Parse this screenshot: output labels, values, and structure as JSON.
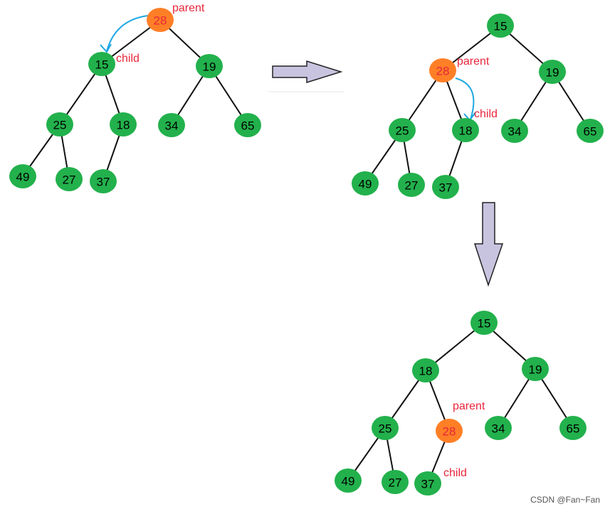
{
  "colors": {
    "node": "#22b14c",
    "highlight": "#ff7f27",
    "node_text": "#000000",
    "highlight_text": "#e8263a",
    "annotation": "#e8263a",
    "swap_arrow": "#1ea7e1",
    "block_arrow_fill": "#c8c4e0",
    "block_arrow_stroke": "#222222"
  },
  "labels": {
    "parent": "parent",
    "child": "child"
  },
  "trees": [
    {
      "id": "step1",
      "nodes": [
        {
          "key": "a",
          "value": "28",
          "highlight": true
        },
        {
          "key": "b",
          "value": "15"
        },
        {
          "key": "c",
          "value": "19"
        },
        {
          "key": "d",
          "value": "25"
        },
        {
          "key": "e",
          "value": "18"
        },
        {
          "key": "f",
          "value": "34"
        },
        {
          "key": "g",
          "value": "65"
        },
        {
          "key": "h",
          "value": "49"
        },
        {
          "key": "i",
          "value": "27"
        },
        {
          "key": "j",
          "value": "37"
        }
      ],
      "parent_label_on": "a",
      "child_label_on": "b"
    },
    {
      "id": "step2",
      "nodes": [
        {
          "key": "a",
          "value": "15"
        },
        {
          "key": "b",
          "value": "28",
          "highlight": true
        },
        {
          "key": "c",
          "value": "19"
        },
        {
          "key": "d",
          "value": "25"
        },
        {
          "key": "e",
          "value": "18"
        },
        {
          "key": "f",
          "value": "34"
        },
        {
          "key": "g",
          "value": "65"
        },
        {
          "key": "h",
          "value": "49"
        },
        {
          "key": "i",
          "value": "27"
        },
        {
          "key": "j",
          "value": "37"
        }
      ],
      "parent_label_on": "b",
      "child_label_on": "e"
    },
    {
      "id": "step3",
      "nodes": [
        {
          "key": "a",
          "value": "15"
        },
        {
          "key": "b",
          "value": "18"
        },
        {
          "key": "c",
          "value": "19"
        },
        {
          "key": "d",
          "value": "25"
        },
        {
          "key": "e",
          "value": "28",
          "highlight": true
        },
        {
          "key": "f",
          "value": "34"
        },
        {
          "key": "g",
          "value": "65"
        },
        {
          "key": "h",
          "value": "49"
        },
        {
          "key": "i",
          "value": "27"
        },
        {
          "key": "j",
          "value": "37"
        }
      ],
      "parent_label_on": "e",
      "child_label_on": "j"
    }
  ],
  "watermark": "CSDN @Fan~Fan"
}
